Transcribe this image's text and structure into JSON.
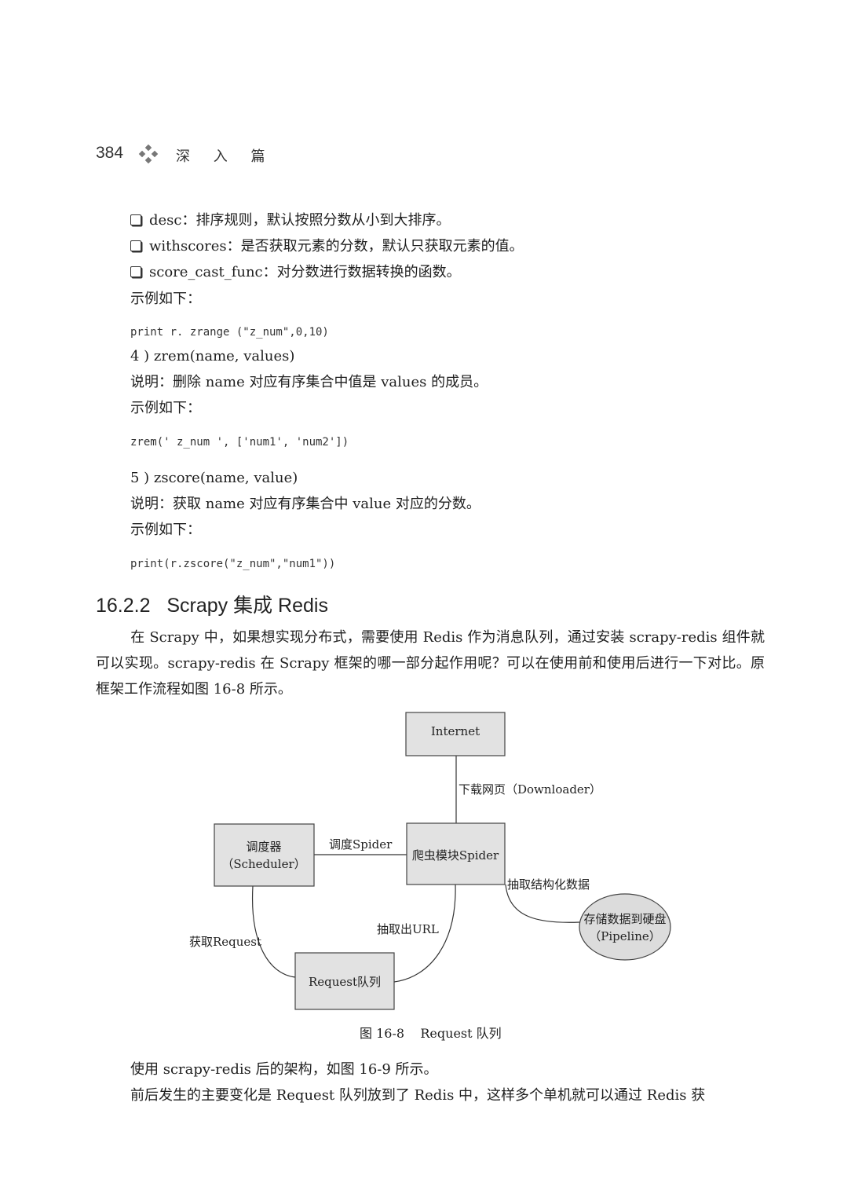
{
  "header": {
    "page_number": "384",
    "ornament_icon": "diamond-cluster-icon",
    "section": "深 入 篇"
  },
  "bullets": [
    "desc：排序规则，默认按照分数从小到大排序。",
    "withscores：是否获取元素的分数，默认只获取元素的值。",
    "score_cast_func：对分数进行数据转换的函数。"
  ],
  "example_label_1": "示例如下：",
  "code_1": "print r. zrange (\"z_num\",0,10)",
  "item_4": {
    "title": "4 ) zrem(name, values)",
    "desc": "说明：删除 name 对应有序集合中值是 values 的成员。",
    "example_label": "示例如下：",
    "code": "zrem(' z_num ', ['num1', 'num2'])"
  },
  "item_5": {
    "title": "5 ) zscore(name, value)",
    "desc": "说明：获取 name 对应有序集合中 value 对应的分数。",
    "example_label": "示例如下：",
    "code": "print(r.zscore(\"z_num\",\"num1\"))"
  },
  "section_heading": "16.2.2   Scrapy 集成 Redis",
  "intro_paragraph": "在 Scrapy 中，如果想实现分布式，需要使用 Redis 作为消息队列，通过安装 scrapy-redis 组件就可以实现。scrapy-redis 在 Scrapy 框架的哪一部分起作用呢？可以在使用前和使用后进行一下对比。原框架工作流程如图 16-8 所示。",
  "figure": {
    "nodes": {
      "internet": "Internet",
      "scheduler_line1": "调度器",
      "scheduler_line2": "（Scheduler）",
      "spider": "爬虫模块Spider",
      "pipeline_line1": "存储数据到硬盘",
      "pipeline_line2": "（Pipeline）",
      "request_queue": "Request队列"
    },
    "edge_labels": {
      "download": "下载网页（Downloader）",
      "schedule": "调度Spider",
      "extract_data": "抽取结构化数据",
      "extract_url": "抽取出URL",
      "get_request": "获取Request"
    },
    "caption": "图 16-8    Request 队列",
    "box_fill": "#e2e2e2",
    "ellipse_fill": "#dcdcdc"
  },
  "after_paragraph_1": "使用 scrapy-redis 后的架构，如图 16-9 所示。",
  "after_paragraph_2": "前后发生的主要变化是 Request 队列放到了 Redis 中，这样多个单机就可以通过 Redis 获"
}
